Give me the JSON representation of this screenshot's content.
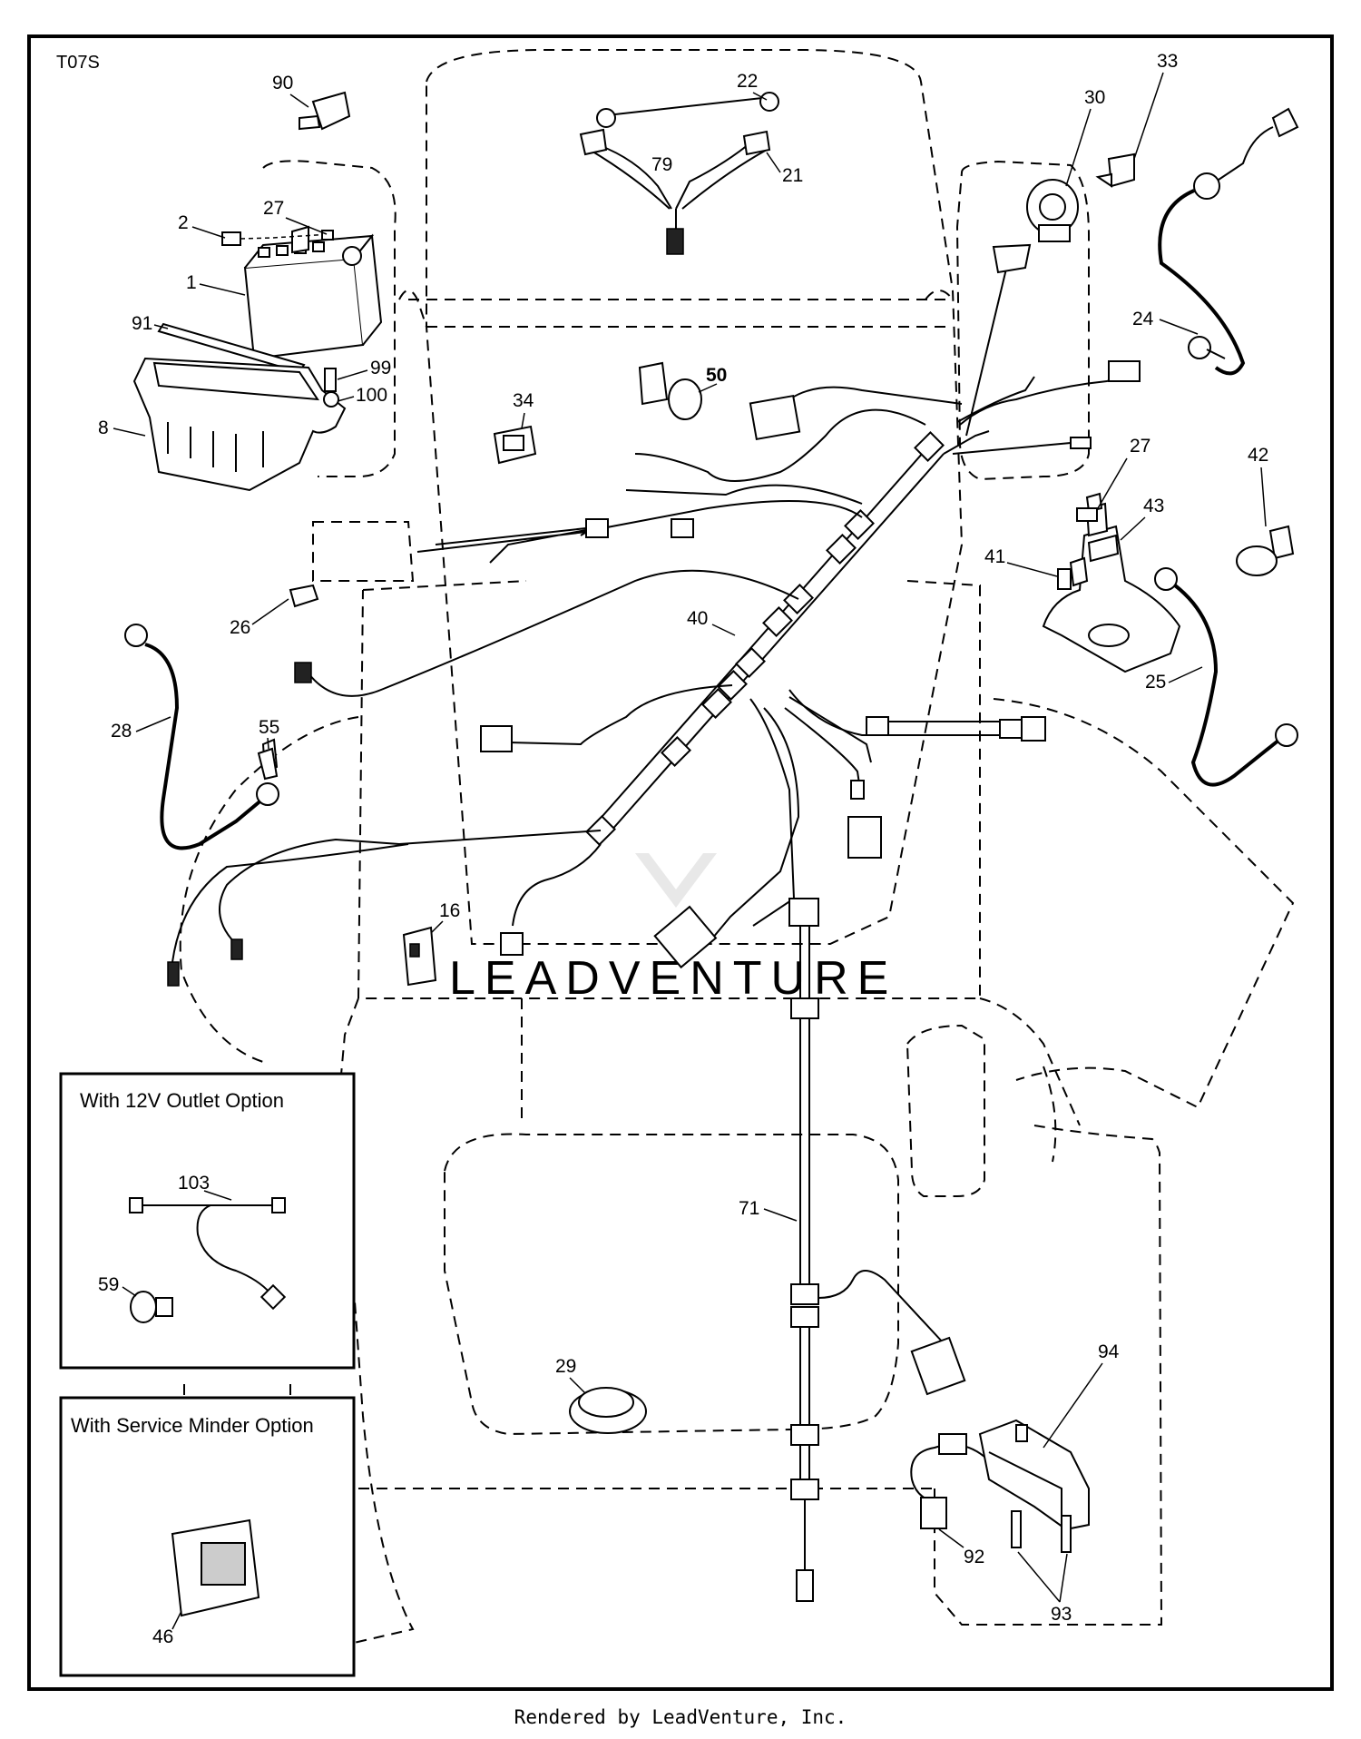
{
  "diagram": {
    "code": "T07S",
    "callouts": [
      "90",
      "22",
      "33",
      "30",
      "79",
      "21",
      "27",
      "2",
      "1",
      "91",
      "99",
      "100",
      "8",
      "24",
      "50",
      "34",
      "27",
      "42",
      "43",
      "41",
      "40",
      "26",
      "25",
      "28",
      "55",
      "16",
      "71",
      "29",
      "94",
      "92",
      "93"
    ],
    "insets": [
      {
        "title": "With 12V Outlet Option",
        "callouts": [
          "103",
          "59"
        ]
      },
      {
        "title": "With Service Minder Option",
        "callouts": [
          "46"
        ]
      }
    ],
    "watermark": "LEADVENTURE"
  },
  "footer": {
    "text": "Rendered by LeadVenture, Inc."
  }
}
